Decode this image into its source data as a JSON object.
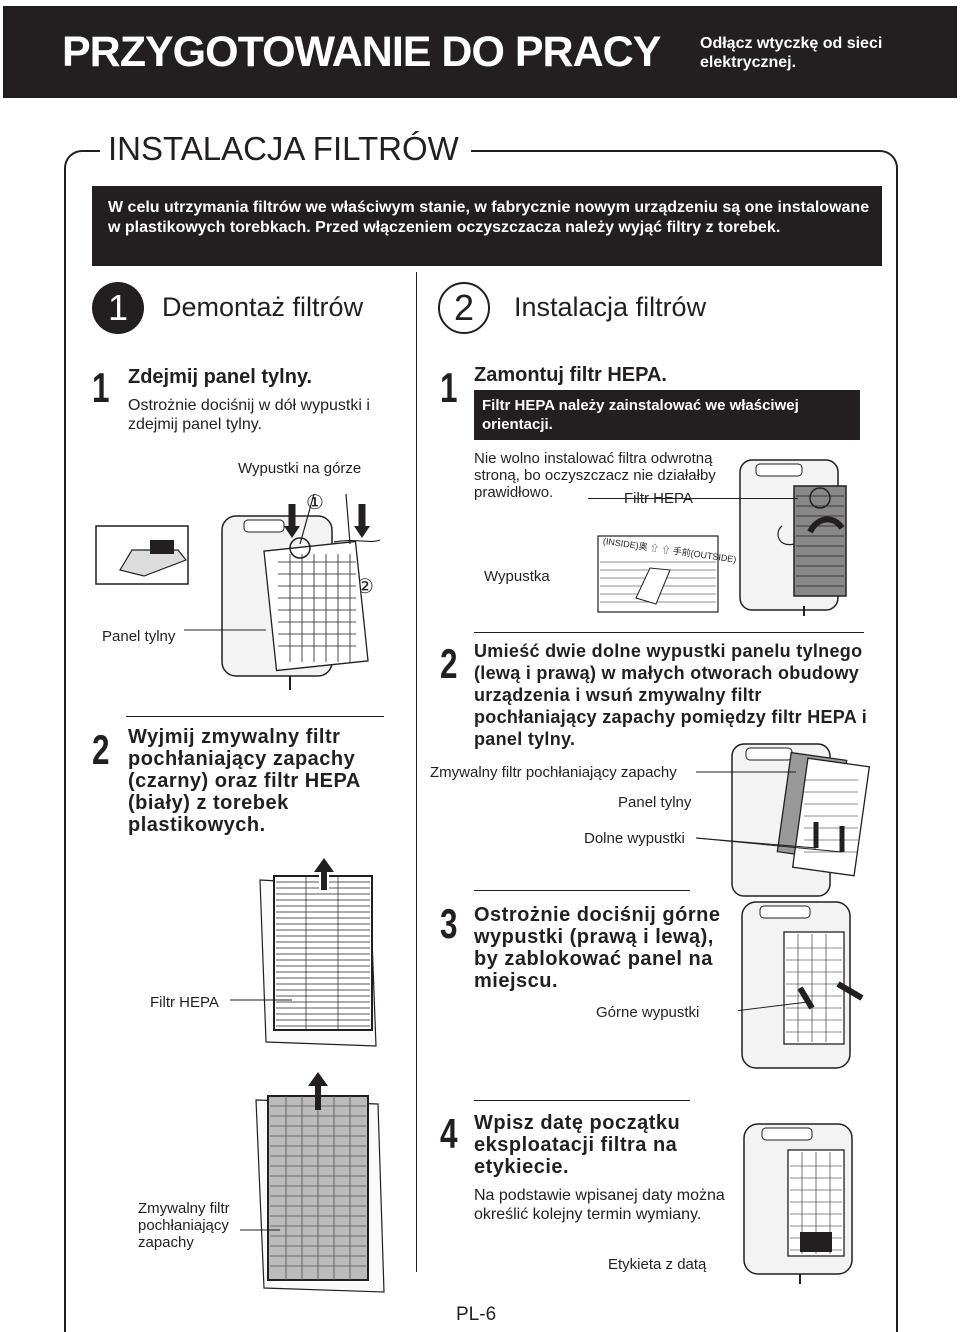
{
  "header": {
    "title": "PRZYGOTOWANIE DO PRACY",
    "note": "Odłącz wtyczkę od sieci elektrycznej."
  },
  "section": {
    "title": "INSTALACJA FILTRÓW",
    "intro": "W celu utrzymania filtrów we właściwym stanie, w fabrycznie nowym urządzeniu są one instalowane w plastikowych torebkach. Przed włączeniem oczyszczacza należy wyjąć filtry z torebek."
  },
  "part1": {
    "number": "1",
    "title": "Demontaż filtrów",
    "step1": {
      "number": "1",
      "title": "Zdejmij panel tylny.",
      "text": "Ostrożnie dociśnij w dół wypustki i zdejmij panel tylny.",
      "label_tabs_top": "Wypustki na górze",
      "label_back_panel": "Panel tylny",
      "marker1": "①",
      "marker2": "②"
    },
    "step2": {
      "number": "2",
      "title": "Wyjmij zmywalny filtr pochłaniający zapachy (czarny) oraz filtr HEPA (biały) z torebek plastikowych.",
      "label_hepa": "Filtr HEPA",
      "label_washable": "Zmywalny filtr pochłaniający zapachy"
    }
  },
  "part2": {
    "number": "2",
    "title": "Instalacja filtrów",
    "step1": {
      "number": "1",
      "title": "Zamontuj filtr HEPA.",
      "bar": "Filtr HEPA należy zainstalować we właściwej orientacji.",
      "text": "Nie wolno instalować filtra odwrotną stroną, bo oczyszczacz nie działałby prawidłowo.",
      "label_hepa": "Filtr HEPA",
      "label_tab": "Wypustka",
      "sticker": "(INSIDE)奥 ⇧ ⇧ 手前(OUTSIDE)"
    },
    "step2": {
      "number": "2",
      "title": "Umieść dwie dolne wypustki panelu tylnego (lewą i prawą) w małych otworach obudowy urządzenia i wsuń zmywalny filtr pochłaniający zapachy pomiędzy filtr HEPA i panel tylny.",
      "label_washable": "Zmywalny filtr pochłaniający zapachy",
      "label_back_panel": "Panel tylny",
      "label_bottom_tabs": "Dolne wypustki"
    },
    "step3": {
      "number": "3",
      "title": "Ostrożnie dociśnij górne wypustki (prawą i lewą), by zablokować panel na miejscu.",
      "label_top_tabs": "Górne wypustki"
    },
    "step4": {
      "number": "4",
      "title": "Wpisz datę początku eksploatacji filtra na etykiecie.",
      "text": "Na podstawie wpisanej daty można określić kolejny termin wymiany.",
      "label_date": "Etykieta z datą"
    }
  },
  "footer": {
    "page": "PL-6"
  }
}
